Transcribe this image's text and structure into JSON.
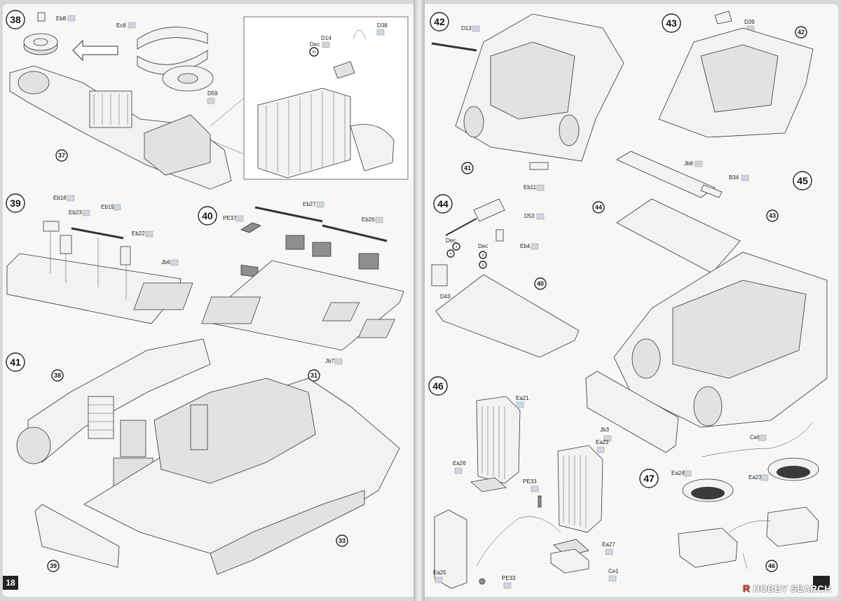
{
  "pages": {
    "left_number": "18",
    "right_number": ""
  },
  "watermark": {
    "text": "HOBBY SEARCH",
    "mark": "R"
  },
  "steps": {
    "s38": {
      "number": "38",
      "labels": {
        "eb8": "Eb8",
        "ec8": "Ec8",
        "d59": "D59",
        "d14": "D14",
        "d38": "D38",
        "dec": "Dec",
        "dec_num": "30"
      },
      "ref": "37"
    },
    "s39": {
      "number": "39",
      "labels": {
        "eb18": "Eb18",
        "eb23": "Eb23",
        "eb19": "Eb19",
        "eb22": "Eb22",
        "jb6": "Jb6"
      }
    },
    "s40": {
      "number": "40",
      "labels": {
        "pe37": "PE37",
        "eb27": "Eb27",
        "eb26": "Eb26",
        "jb7": "Jb7"
      }
    },
    "s41": {
      "number": "41",
      "refs": [
        "38",
        "31",
        "39",
        "33"
      ]
    },
    "s42": {
      "number": "42",
      "labels": {
        "d13": "D13",
        "eb11": "Eb11"
      },
      "ref": "41"
    },
    "s43": {
      "number": "43",
      "labels": {
        "d39": "D39"
      },
      "ref": "42"
    },
    "s44": {
      "number": "44",
      "labels": {
        "d53": "D53",
        "eb4": "Eb4",
        "d43": "D43",
        "dec": "Dec"
      },
      "dec_nums": [
        "3",
        "4",
        "5",
        "6"
      ],
      "ref": "40"
    },
    "s45": {
      "number": "45",
      "labels": {
        "jb8": "Jb8",
        "b34": "B34",
        "jb3": "Jb3"
      },
      "refs": [
        "44",
        "43"
      ]
    },
    "s46": {
      "number": "46",
      "labels": {
        "ea21": "Ea21",
        "ea22": "Ea22",
        "ea26": "Ea26",
        "pe33a": "PE33",
        "ea27": "Ea27",
        "ce1": "Ce1",
        "ea25": "Ea25",
        "pe33b": "PE33"
      }
    },
    "s47": {
      "number": "47",
      "labels": {
        "ce8": "Ce8",
        "ea24": "Ea24",
        "ea23": "Ea23"
      },
      "ref": "46"
    }
  }
}
